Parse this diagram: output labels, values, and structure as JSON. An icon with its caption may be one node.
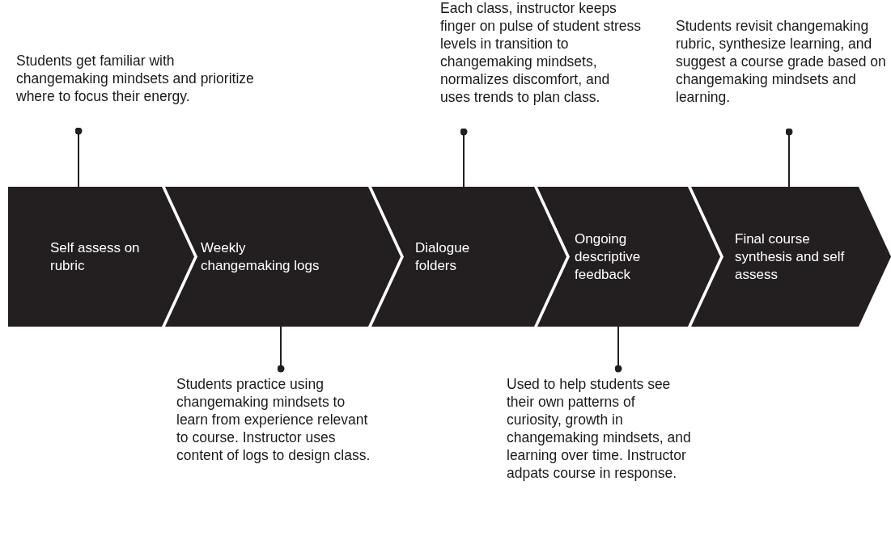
{
  "diagram": {
    "nodes": [
      {
        "text": [
          "Self assess on rubric"
        ]
      },
      {
        "text": [
          "Weekly changemaking logs"
        ]
      },
      {
        "text": [
          "Dialogue folders"
        ]
      },
      {
        "text": [
          "Ongoing descriptive feedback"
        ]
      },
      {
        "text": [
          "Final course synthesis and self assess"
        ]
      },
      {
        "text": [
          "Students get familiar with changemaking mindsets and prioritize where to focus their energy."
        ]
      },
      {
        "text": [
          "Each class, instructor keeps finger on pulse of student stress levels in transition to changemaking mindsets, normalizes discomfort, and uses trends to plan class."
        ]
      },
      {
        "text": [
          "Students revisit changemaking rubric, synthesize learning, and suggest a course grade based on changemaking mindsets and learning."
        ]
      },
      {
        "text": [
          "Students practice using changemaking mindsets to learn from experience relevant to course. Instructor uses content of logs to design class."
        ]
      },
      {
        "text": [
          "Used to help students see their own patterns of curiosity, growth in changemaking mindsets, and learning over time. Instructor adpats course in response."
        ]
      }
    ],
    "edges": [
      {
        "from": 5,
        "to": 0,
        "arrow": "other"
      },
      {
        "from": 6,
        "to": 2,
        "arrow": "other"
      },
      {
        "from": 7,
        "to": 4,
        "arrow": "other"
      },
      {
        "from": 8,
        "to": 1,
        "arrow": "other"
      },
      {
        "from": 9,
        "to": 3,
        "arrow": "other"
      }
    ]
  }
}
